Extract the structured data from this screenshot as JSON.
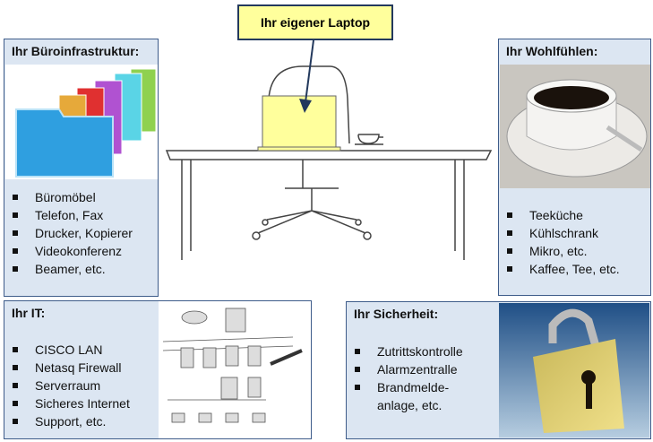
{
  "callout": {
    "label": "Ihr eigener Laptop"
  },
  "office": {
    "title": "Ihr Büroinfrastruktur:",
    "items": [
      "Büromöbel",
      "Telefon, Fax",
      "Drucker, Kopierer",
      "Videokonferenz",
      "Beamer, etc."
    ]
  },
  "wellbeing": {
    "title": "Ihr Wohlfühlen:",
    "items": [
      "Teeküche",
      "Kühlschrank",
      "Mikro, etc.",
      "Kaffee, Tee, etc."
    ]
  },
  "it": {
    "title": "Ihr IT:",
    "items": [
      "CISCO LAN",
      "Netasq Firewall",
      "Serverraum",
      "Sicheres Internet",
      "Support, etc."
    ]
  },
  "security": {
    "title": "Ihr Sicherheit:",
    "items": [
      "Zutrittskontrolle",
      "Alarmzentralle",
      "Brandmelde-",
      "anlage, etc."
    ]
  }
}
